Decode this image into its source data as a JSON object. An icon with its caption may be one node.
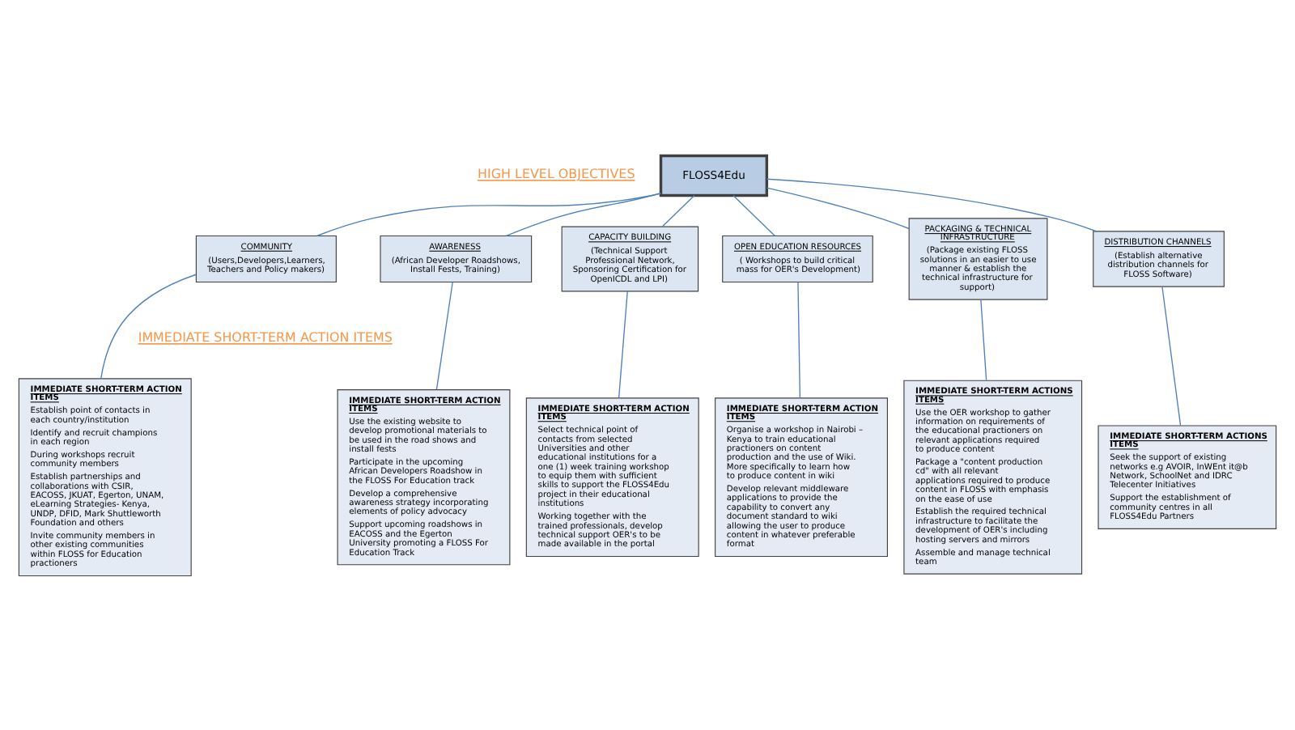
{
  "diagram": {
    "nodes": [
      {
        "text": [
          "FLOSS4Edu"
        ]
      },
      {
        "text": [
          "COMMUNITY",
          "(Users,Developers,Learners, Teachers and Policy makers)"
        ]
      },
      {
        "text": [
          "AWARENESS",
          "(African Developer Roadshows, Install Fests, Training)"
        ]
      },
      {
        "text": [
          "CAPACITY BUILDING",
          "(Technical Support Professional Network, Sponsoring Certification for OpenICDL and LPI)"
        ]
      },
      {
        "text": [
          "OPEN EDUCATION RESOURCES",
          "( Workshops to build critical mass for OER's Development)"
        ]
      },
      {
        "text": [
          "PACKAGING & TECHNICAL INFRASTRUCTURE",
          "(Package existing FLOSS solutions in an easier to use manner & establish the technical infrastructure for support)"
        ]
      },
      {
        "text": [
          "DISTRIBUTION CHANNELS",
          "(Establish alternative distribution channels for FLOSS Software)"
        ]
      },
      {
        "text": [
          "IMMEDIATE SHORT-TERM ACTION ITEMS",
          "Establish point of contacts in each country/institution",
          "Identify and recruit champions in each region",
          "During workshops recruit community members",
          "Establish partnerships and collaborations with CSIR, EACOSS, JKUAT, Egerton, UNAM, eLearning Strategies- Kenya, UNDP, DFID, Mark Shuttleworth Foundation and others",
          "Invite community members in other existing communities within FLOSS for Education practioners"
        ]
      },
      {
        "text": [
          "IMMEDIATE SHORT-TERM ACTION ITEMS",
          "Use the existing website to develop promotional materials to be used in the road shows and install fests",
          "Participate in the upcoming African Developers Roadshow in the FLOSS For Education track",
          "Develop a comprehensive awareness strategy incorporating elements of policy advocacy",
          "Support upcoming roadshows in EACOSS and the Egerton University promoting a FLOSS For Education Track"
        ]
      },
      {
        "text": [
          "IMMEDIATE SHORT-TERM ACTION ITEMS",
          "Select technical point of contacts from selected Universities and other educational institutions for a one (1) week training workshop to equip them with sufficient skills to support the FLOSS4Edu project in their educational institutions",
          "Working together with the trained professionals, develop technical support OER's to be made available in the portal"
        ]
      },
      {
        "text": [
          "IMMEDIATE SHORT-TERM ACTION ITEMS",
          "Organise a workshop in Nairobi – Kenya to train educational practioners on content production and the use of Wiki. More specifically to learn how to produce content in wiki",
          "Develop relevant middleware applications to provide the capability to convert any document standard to wiki allowing the user to produce content in whatever preferable format"
        ]
      },
      {
        "text": [
          "IMMEDIATE SHORT-TERM ACTIONS ITEMS",
          "Use the OER workshop to gather information on requirements of the educational practioners on relevant applications required to produce content",
          "Package a \"content production cd\" with all relevant applications required to produce content in FLOSS with emphasis on the ease of use",
          "Establish the required technical infrastructure to facilitate the development of OER's including hosting servers and mirrors",
          "Assemble and manage technical team"
        ]
      },
      {
        "text": [
          "IMMEDIATE SHORT-TERM ACTIONS ITEMS",
          "Seek the support of existing networks e.g AVOIR, InWEnt it@b Network, SchoolNet and IDRC Telecenter Initiatives",
          "Support the establishment of community centres in all FLOSS4Edu Partners"
        ]
      }
    ],
    "edges": [
      {
        "from": 0,
        "to": 1,
        "arrow": "none"
      },
      {
        "from": 0,
        "to": 2,
        "arrow": "none"
      },
      {
        "from": 0,
        "to": 3,
        "arrow": "none"
      },
      {
        "from": 0,
        "to": 4,
        "arrow": "none"
      },
      {
        "from": 0,
        "to": 5,
        "arrow": "none"
      },
      {
        "from": 0,
        "to": 6,
        "arrow": "none"
      },
      {
        "from": 1,
        "to": 7,
        "arrow": "none"
      },
      {
        "from": 2,
        "to": 8,
        "arrow": "none"
      },
      {
        "from": 3,
        "to": 9,
        "arrow": "none"
      },
      {
        "from": 4,
        "to": 10,
        "arrow": "none"
      },
      {
        "from": 5,
        "to": 11,
        "arrow": "none"
      },
      {
        "from": 6,
        "to": 12,
        "arrow": "none"
      }
    ],
    "labels": [
      "HIGH LEVEL OBJECTIVES",
      "IMMEDIATE SHORT-TERM ACTION ITEMS"
    ]
  }
}
